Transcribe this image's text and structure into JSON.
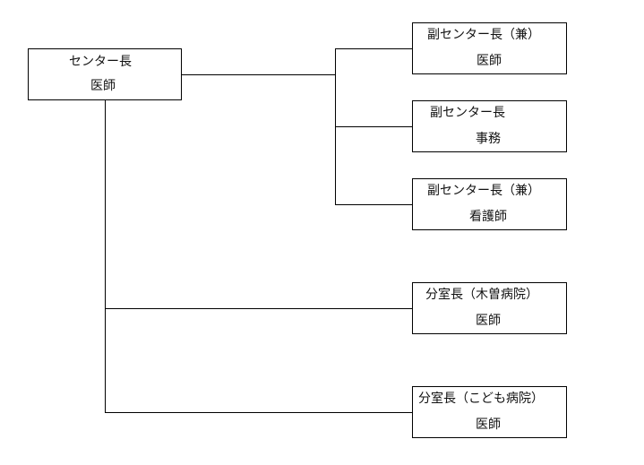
{
  "org_chart": {
    "director": {
      "title": "センター長",
      "role": "医師"
    },
    "deputies": [
      {
        "title": "副センター長（兼）",
        "role": "医師"
      },
      {
        "title": "副センター長",
        "role": "事務"
      },
      {
        "title": "副センター長（兼）",
        "role": "看護師"
      }
    ],
    "branches": [
      {
        "title": "分室長（木曽病院）",
        "role": "医師"
      },
      {
        "title": "分室長（こども病院）",
        "role": "医師"
      }
    ]
  }
}
